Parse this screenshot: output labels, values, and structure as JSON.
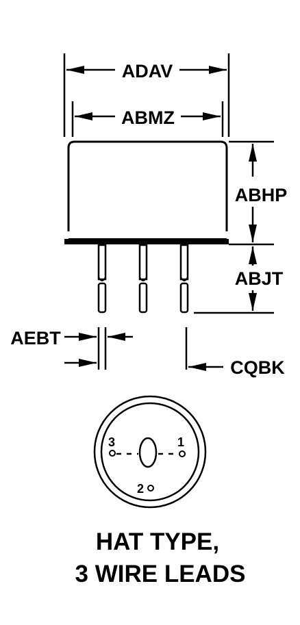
{
  "diagram": {
    "dimensions": {
      "overall_width": "ADAV",
      "body_width": "ABMZ",
      "body_height": "ABHP",
      "lead_length": "ABJT",
      "lead_diameter": "AEBT",
      "lead_spacing": "CQBK"
    },
    "pins": {
      "pin3": "3",
      "pin1": "1",
      "pin2": "2"
    },
    "caption": {
      "line1": "HAT TYPE,",
      "line2": "3 WIRE LEADS"
    }
  }
}
